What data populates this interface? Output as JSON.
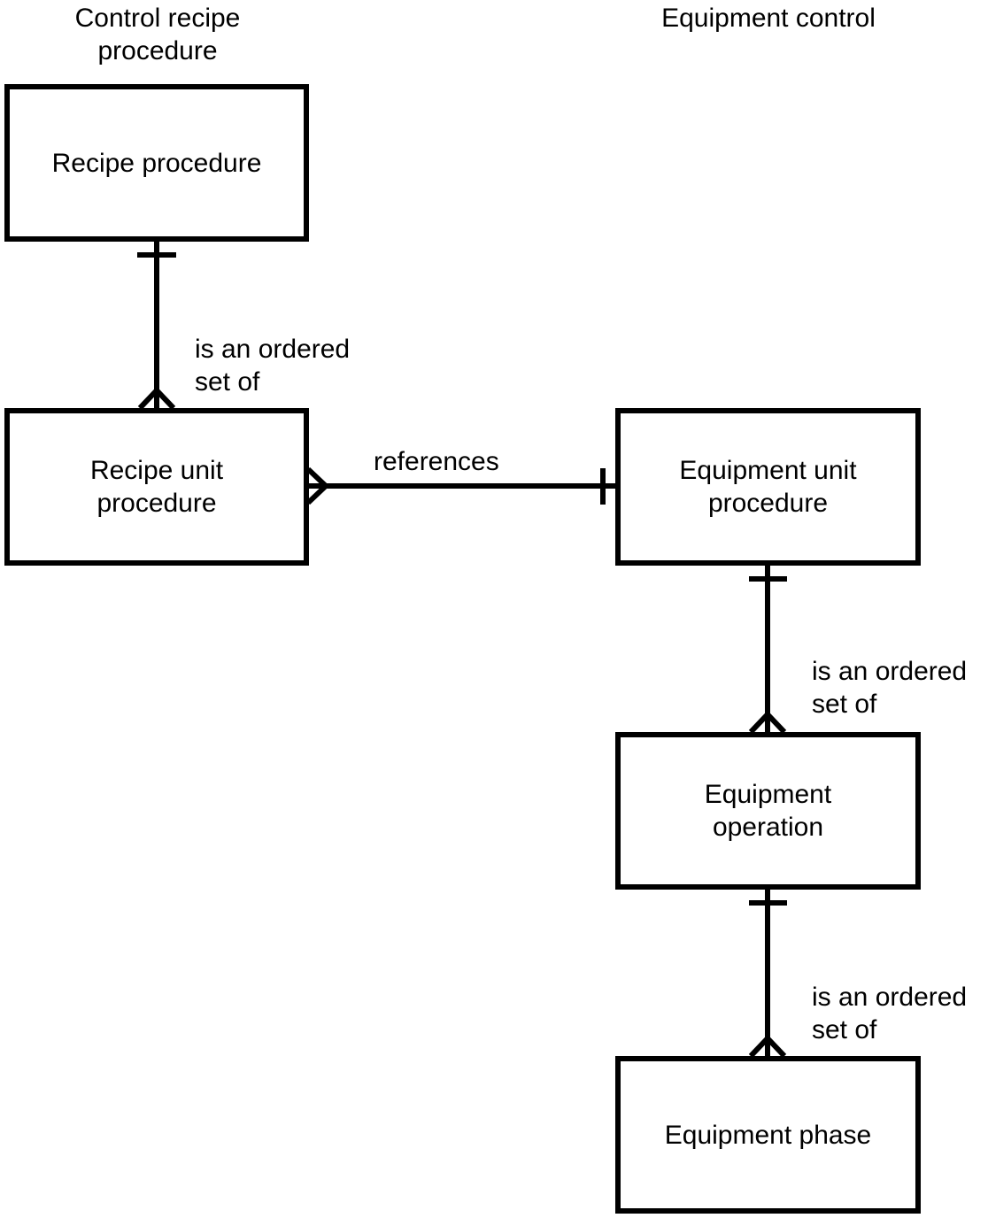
{
  "columns": {
    "left_title": "Control recipe\nprocedure",
    "right_title": "Equipment control"
  },
  "entities": {
    "recipe_procedure": "Recipe procedure",
    "recipe_unit_procedure": "Recipe unit\nprocedure",
    "equipment_unit_procedure": "Equipment unit\nprocedure",
    "equipment_operation": "Equipment\noperation",
    "equipment_phase": "Equipment phase"
  },
  "relationships": [
    {
      "from": "Recipe procedure",
      "to": "Recipe unit procedure",
      "label": "is an ordered\nset of",
      "from_cardinality": "one",
      "to_cardinality": "many"
    },
    {
      "from": "Recipe unit procedure",
      "to": "Equipment unit procedure",
      "label": "references",
      "from_cardinality": "many",
      "to_cardinality": "one"
    },
    {
      "from": "Equipment unit procedure",
      "to": "Equipment operation",
      "label": "is an ordered\nset of",
      "from_cardinality": "one",
      "to_cardinality": "many"
    },
    {
      "from": "Equipment operation",
      "to": "Equipment phase",
      "label": "is an ordered\nset of",
      "from_cardinality": "one",
      "to_cardinality": "many"
    }
  ]
}
